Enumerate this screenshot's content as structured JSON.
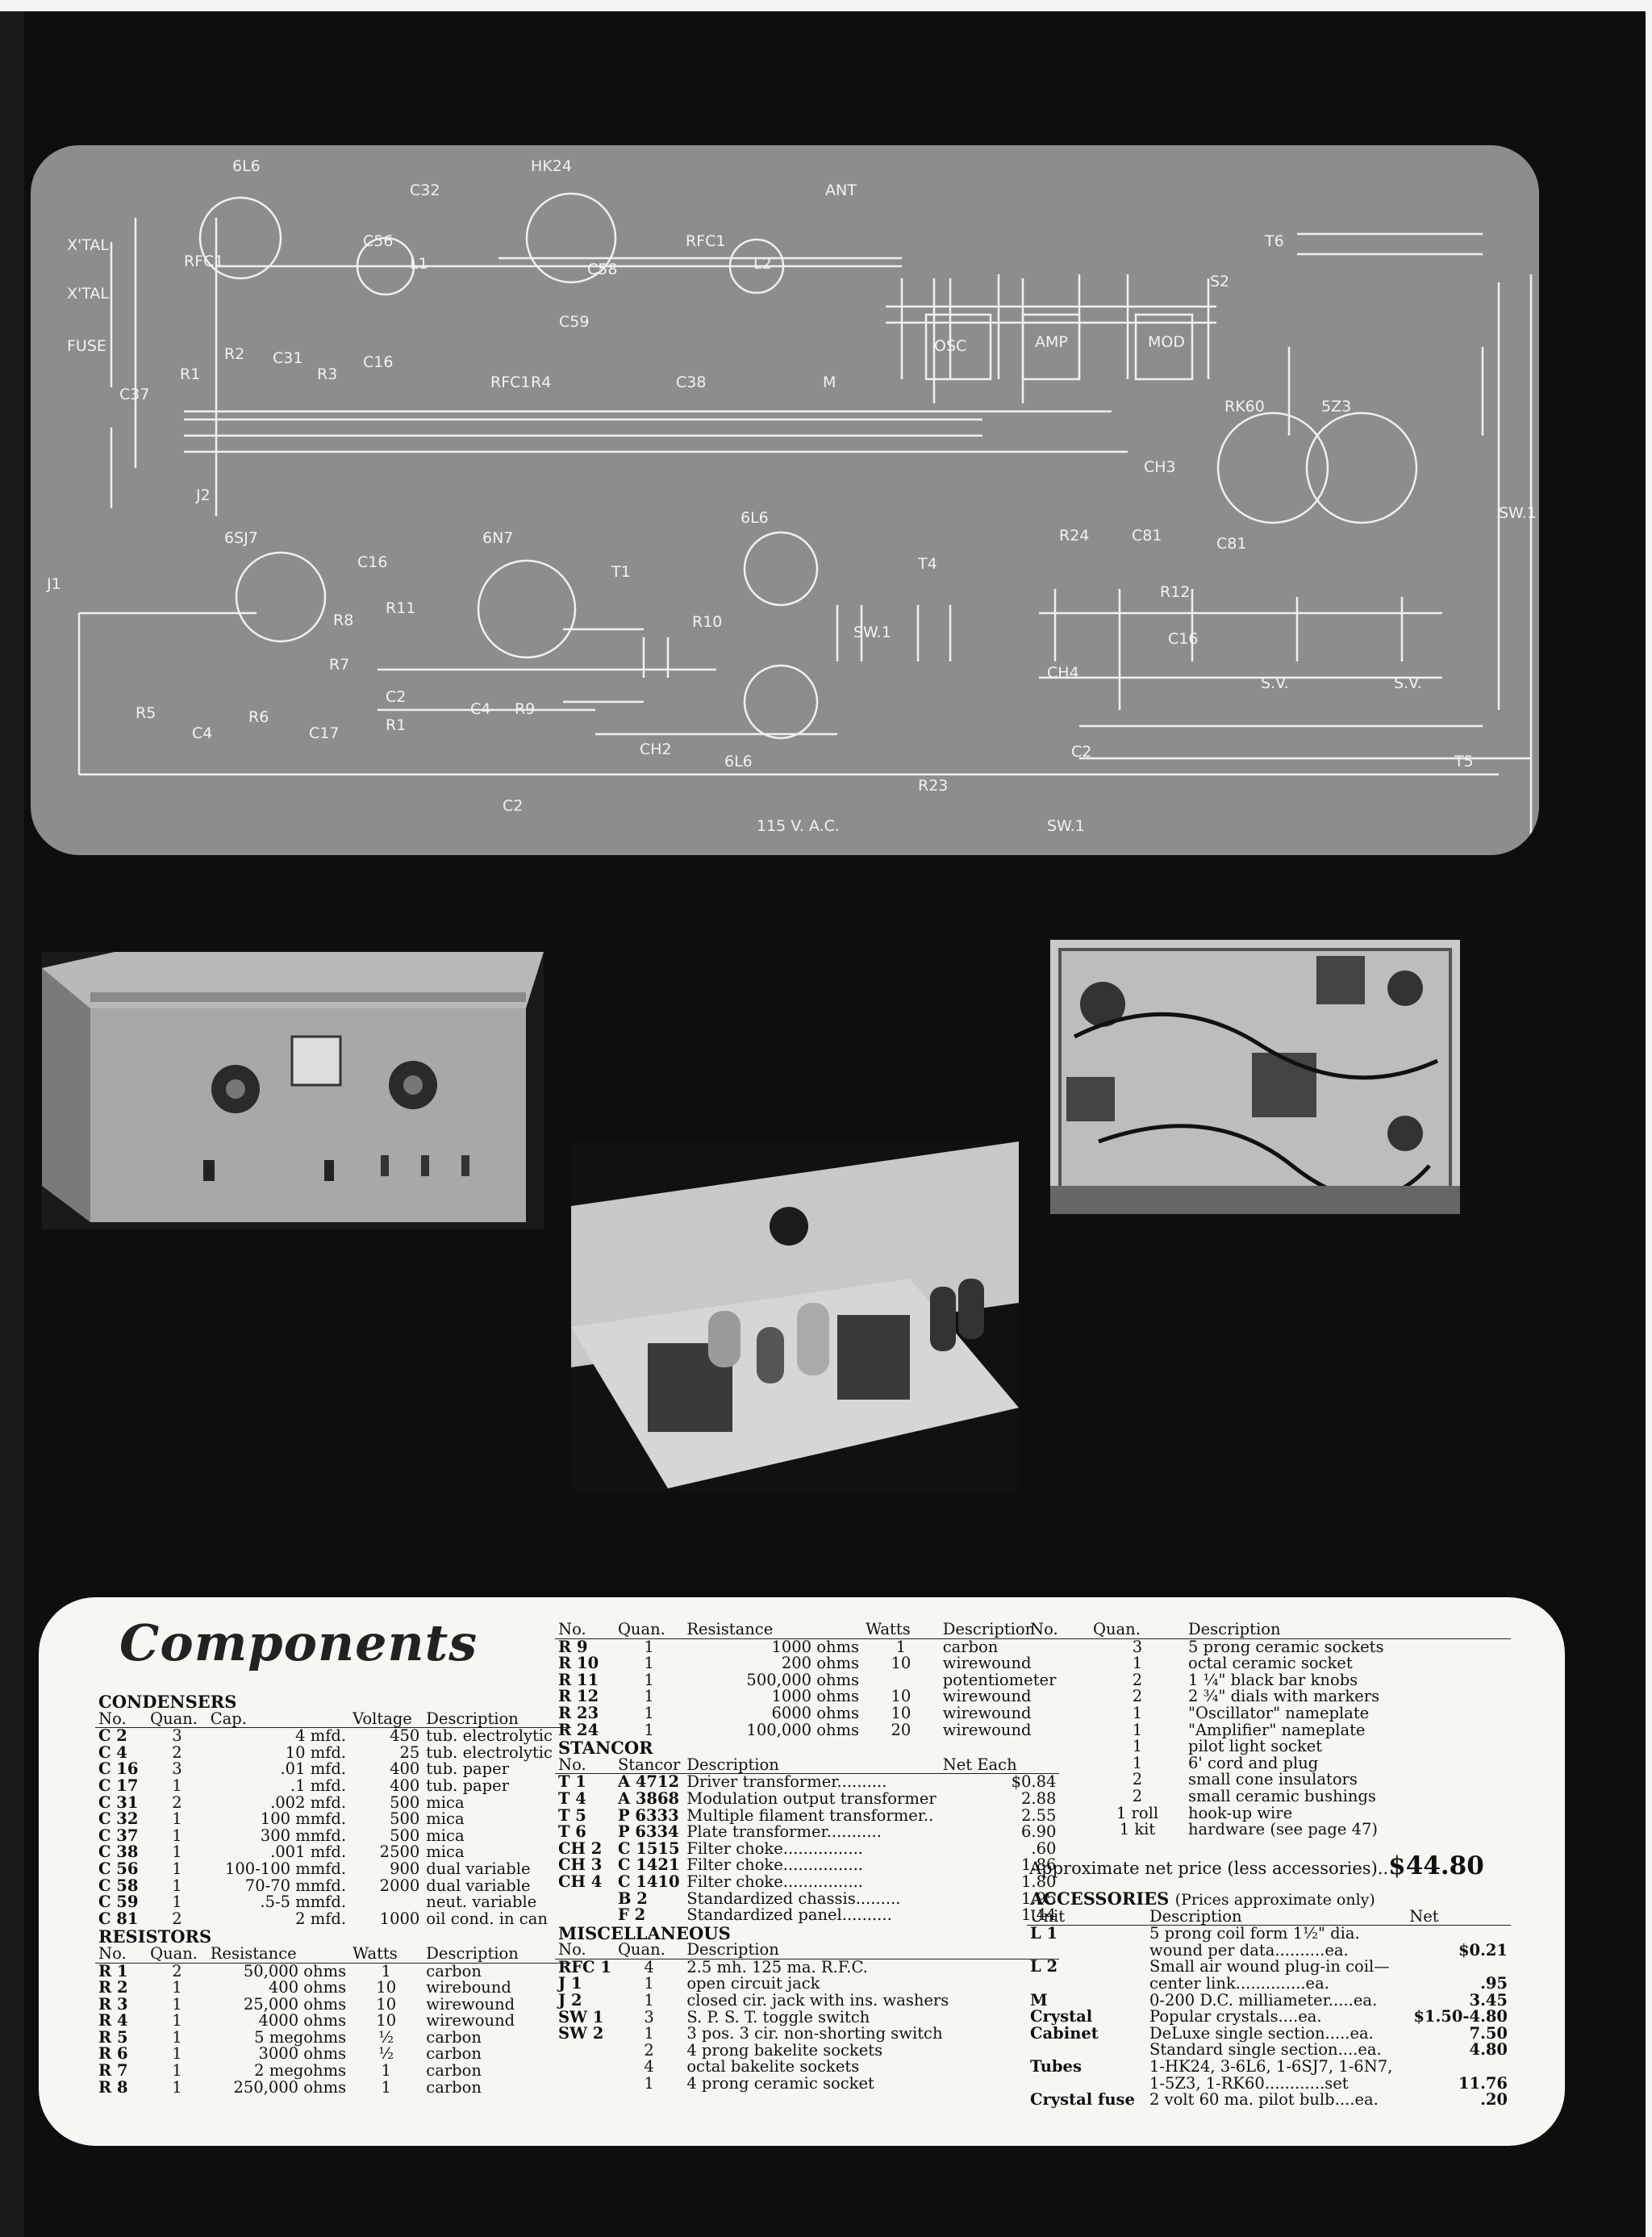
{
  "schematic": {
    "labels": [
      "6L6",
      "HK24",
      "C32",
      "ANT",
      "X'TAL",
      "X'TAL",
      "FUSE",
      "C56",
      "C58",
      "L1",
      "L2",
      "RFC1",
      "C59",
      "RFC1",
      "RFC1",
      "R1",
      "R2",
      "C31",
      "R3",
      "C16",
      "C37",
      "R4",
      "C38",
      "OSC",
      "AMP",
      "MOD",
      "S2",
      "T6",
      "M",
      "RK60",
      "5Z3",
      "J2",
      "CH3",
      "R24",
      "C81",
      "C81",
      "SW.1",
      "6SJ7",
      "6N7",
      "C16",
      "6L6",
      "J1",
      "R8",
      "R11",
      "T1",
      "T4",
      "R10",
      "R12",
      "C16",
      "R7",
      "C2",
      "R1",
      "SW.1",
      "CH4",
      "R5",
      "C4",
      "R6",
      "C17",
      "C4",
      "R9",
      "CH2",
      "6L6",
      "C2",
      "R23",
      "C2",
      "T5",
      "115 V. A.C.",
      "SW.1",
      "S.V.",
      "S.V."
    ]
  },
  "components": {
    "title": "Components",
    "condensers": {
      "heading": "CONDENSERS",
      "columns": [
        "No.",
        "Quan.",
        "Cap.",
        "Voltage",
        "Description"
      ],
      "rows": [
        [
          "C 2",
          "3",
          "4 mfd.",
          "450",
          "tub. electrolytic"
        ],
        [
          "C 4",
          "2",
          "10 mfd.",
          "25",
          "tub. electrolytic"
        ],
        [
          "C 16",
          "3",
          ".01 mfd.",
          "400",
          "tub. paper"
        ],
        [
          "C 17",
          "1",
          ".1 mfd.",
          "400",
          "tub. paper"
        ],
        [
          "C 31",
          "2",
          ".002 mfd.",
          "500",
          "mica"
        ],
        [
          "C 32",
          "1",
          "100 mmfd.",
          "500",
          "mica"
        ],
        [
          "C 37",
          "1",
          "300 mmfd.",
          "500",
          "mica"
        ],
        [
          "C 38",
          "1",
          ".001 mfd.",
          "2500",
          "mica"
        ],
        [
          "C 56",
          "1",
          "100-100 mmfd.",
          "900",
          "dual variable"
        ],
        [
          "C 58",
          "1",
          "70-70 mmfd.",
          "2000",
          "dual variable"
        ],
        [
          "C 59",
          "1",
          ".5-5 mmfd.",
          "",
          "neut. variable"
        ],
        [
          "C 81",
          "2",
          "2 mfd.",
          "1000",
          "oil cond. in can"
        ]
      ]
    },
    "resistors": {
      "heading": "RESISTORS",
      "columns": [
        "No.",
        "Quan.",
        "Resistance",
        "Watts",
        "Description"
      ],
      "rows": [
        [
          "R 1",
          "2",
          "50,000 ohms",
          "1",
          "carbon"
        ],
        [
          "R 2",
          "1",
          "400 ohms",
          "10",
          "wirebound"
        ],
        [
          "R 3",
          "1",
          "25,000 ohms",
          "10",
          "wirewound"
        ],
        [
          "R 4",
          "1",
          "4000 ohms",
          "10",
          "wirewound"
        ],
        [
          "R 5",
          "1",
          "5 megohms",
          "½",
          "carbon"
        ],
        [
          "R 6",
          "1",
          "3000 ohms",
          "½",
          "carbon"
        ],
        [
          "R 7",
          "1",
          "2 megohms",
          "1",
          "carbon"
        ],
        [
          "R 8",
          "1",
          "250,000 ohms",
          "1",
          "carbon"
        ]
      ]
    },
    "resistors2": {
      "columns": [
        "No.",
        "Quan.",
        "Resistance",
        "Watts",
        "Description"
      ],
      "rows": [
        [
          "R 9",
          "1",
          "1000 ohms",
          "1",
          "carbon"
        ],
        [
          "R 10",
          "1",
          "200 ohms",
          "10",
          "wirewound"
        ],
        [
          "R 11",
          "1",
          "500,000 ohms",
          "",
          "potentiometer"
        ],
        [
          "R 12",
          "1",
          "1000 ohms",
          "10",
          "wirewound"
        ],
        [
          "R 23",
          "1",
          "6000 ohms",
          "10",
          "wirewound"
        ],
        [
          "R 24",
          "1",
          "100,000 ohms",
          "20",
          "wirewound"
        ]
      ]
    },
    "stancor": {
      "heading": "STANCOR",
      "columns": [
        "No.",
        "Stancor",
        "Description",
        "Net Each"
      ],
      "rows": [
        [
          "T 1",
          "A 4712",
          "Driver transformer..........",
          "$0.84"
        ],
        [
          "T 4",
          "A 3868",
          "Modulation output transformer",
          "2.88"
        ],
        [
          "T 5",
          "P 6333",
          "Multiple filament transformer..",
          "2.55"
        ],
        [
          "T 6",
          "P 6334",
          "Plate transformer...........",
          "6.90"
        ],
        [
          "CH 2",
          "C 1515",
          "Filter choke................",
          ".60"
        ],
        [
          "CH 3",
          "C 1421",
          "Filter choke................",
          "1.86"
        ],
        [
          "CH 4",
          "C 1410",
          "Filter choke................",
          "1.80"
        ],
        [
          "",
          "B 2",
          "Standardized chassis.........",
          "1.95"
        ],
        [
          "",
          "F 2",
          "Standardized panel..........",
          "1.44"
        ]
      ]
    },
    "miscellaneous": {
      "heading": "MISCELLANEOUS",
      "columns": [
        "No.",
        "Quan.",
        "Description"
      ],
      "rows": [
        [
          "RFC 1",
          "4",
          "2.5 mh. 125 ma. R.F.C."
        ],
        [
          "J 1",
          "1",
          "open circuit jack"
        ],
        [
          "J 2",
          "1",
          "closed cir. jack with ins. washers"
        ],
        [
          "SW 1",
          "3",
          "S. P. S. T. toggle switch"
        ],
        [
          "SW 2",
          "1",
          "3 pos. 3 cir. non-shorting switch"
        ],
        [
          "",
          "2",
          "4 prong bakelite sockets"
        ],
        [
          "",
          "4",
          "octal bakelite sockets"
        ],
        [
          "",
          "1",
          "4 prong ceramic socket"
        ]
      ]
    },
    "misc2": {
      "columns": [
        "No.",
        "Quan.",
        "Description"
      ],
      "rows": [
        [
          "",
          "3",
          "5 prong ceramic sockets"
        ],
        [
          "",
          "1",
          "octal ceramic socket"
        ],
        [
          "",
          "2",
          "1 ¼\" black bar knobs"
        ],
        [
          "",
          "2",
          "2 ¾\" dials with markers"
        ],
        [
          "",
          "1",
          "\"Oscillator\" nameplate"
        ],
        [
          "",
          "1",
          "\"Amplifier\" nameplate"
        ],
        [
          "",
          "1",
          "pilot light socket"
        ],
        [
          "",
          "1",
          "6' cord and plug"
        ],
        [
          "",
          "2",
          "small cone insulators"
        ],
        [
          "",
          "2",
          "small ceramic bushings"
        ],
        [
          "",
          "1 roll",
          "hook-up wire"
        ],
        [
          "",
          "1 kit",
          "hardware (see page 47)"
        ]
      ]
    },
    "net_price_text": "Approximate net price (less accessories)..",
    "net_price_value": "$44.80",
    "accessories": {
      "heading": "ACCESSORIES",
      "note": "(Prices approximate only)",
      "columns": [
        "Unit",
        "Description",
        "Net"
      ],
      "rows": [
        [
          "L 1",
          "5 prong coil form 1½\" dia.",
          ""
        ],
        [
          "",
          "wound per data..........ea.",
          "$0.21"
        ],
        [
          "L 2",
          "Small air wound plug-in coil—",
          ""
        ],
        [
          "",
          "center link..............ea.",
          ".95"
        ],
        [
          "M",
          "0-200 D.C. milliameter.....ea.",
          "3.45"
        ],
        [
          "Crystal",
          "Popular crystals....ea.",
          "$1.50-4.80"
        ],
        [
          "Cabinet",
          "DeLuxe single section.....ea.",
          "7.50"
        ],
        [
          "",
          "Standard single section....ea.",
          "4.80"
        ],
        [
          "Tubes",
          "1-HK24, 3-6L6, 1-6SJ7, 1-6N7,",
          ""
        ],
        [
          "",
          "1-5Z3, 1-RK60............set",
          "11.76"
        ],
        [
          "Crystal fuse",
          "2 volt 60 ma. pilot bulb....ea.",
          ".20"
        ]
      ]
    }
  }
}
